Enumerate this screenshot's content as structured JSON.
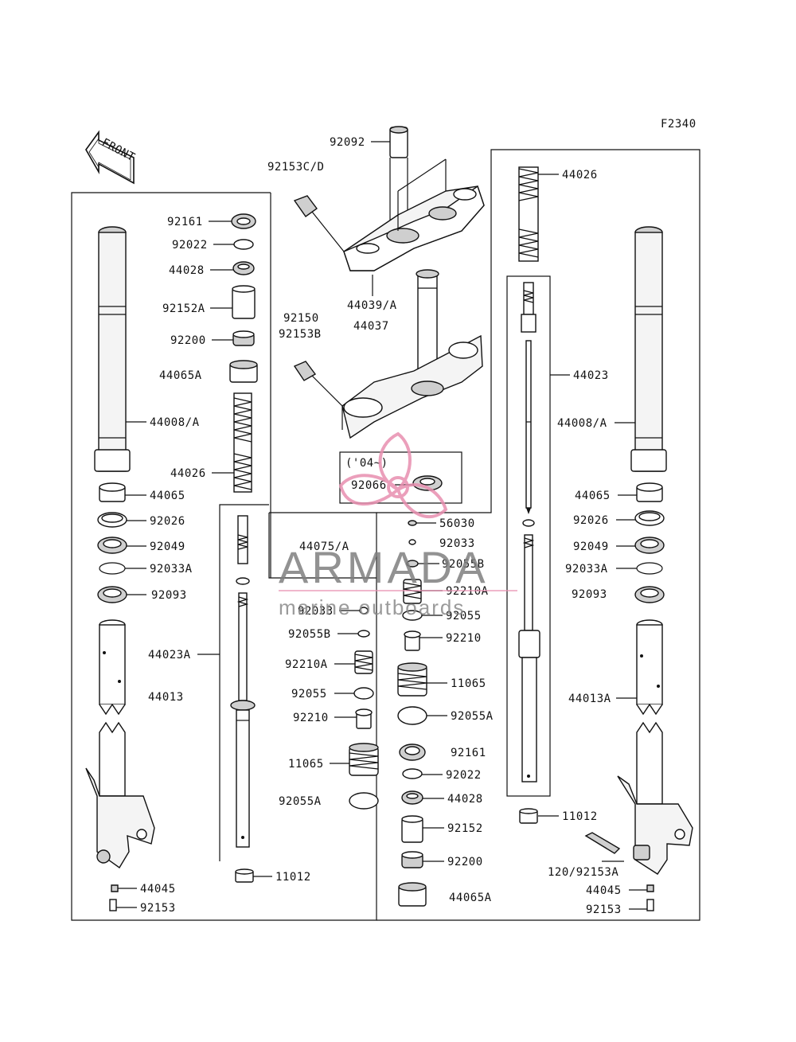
{
  "figure_code": "F2340",
  "front_arrow": {
    "label": "FRONT",
    "icon": "front-direction-arrow-icon"
  },
  "year_note": "('04~)",
  "watermark": {
    "brand": "ARMADA",
    "tagline": "marine outboards",
    "logo_color": "#e88fb0",
    "text_color": "#808080"
  },
  "labels": {
    "p92092": "92092",
    "p92153cd": "92153C/D",
    "p44039a": "44039/A",
    "p44037": "44037",
    "p92150": "92150",
    "p92153b": "92153B",
    "p92066": "92066",
    "p44075a": "44075/A",
    "p56030": "56030",
    "p92033_c": "92033",
    "p92055b_c": "92055B",
    "p92210a_c": "92210A",
    "p92055_c": "92055",
    "p92210_c": "92210",
    "p11065_c": "11065",
    "p92055a_c": "92055A",
    "p92161_c": "92161",
    "p92022_c": "92022",
    "p44028_c": "44028",
    "p92152_c": "92152",
    "p92200_c": "92200",
    "p44065a_c": "44065A",
    "l92161": "92161",
    "l92022": "92022",
    "l44028": "44028",
    "l92152a": "92152A",
    "l92200": "92200",
    "l44065a": "44065A",
    "l44008a": "44008/A",
    "l44026": "44026",
    "l44065": "44065",
    "l92026": "92026",
    "l92049": "92049",
    "l92033a": "92033A",
    "l92093": "92093",
    "l44023a": "44023A",
    "l44013": "44013",
    "l44045": "44045",
    "l92153": "92153",
    "m92033": "92033",
    "m92055b": "92055B",
    "m92210a": "92210A",
    "m92055": "92055",
    "m92210": "92210",
    "m11065": "11065",
    "m92055a": "92055A",
    "m11012": "11012",
    "r44026": "44026",
    "r44023": "44023",
    "r44008a": "44008/A",
    "r44065": "44065",
    "r92026": "92026",
    "r92049": "92049",
    "r92033a": "92033A",
    "r92093": "92093",
    "r44013a": "44013A",
    "r11012": "11012",
    "r120_92153a": "120/92153A",
    "r44045": "44045",
    "r92153": "92153"
  }
}
